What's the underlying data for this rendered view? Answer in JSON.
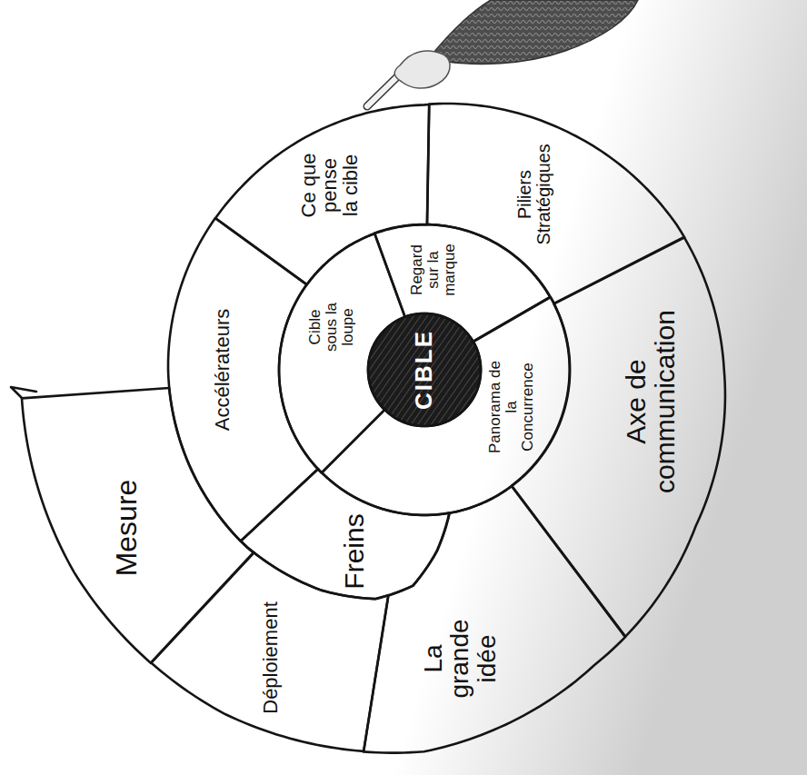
{
  "diagram": {
    "nodes": [
      {
        "text": [
          "CIBLE"
        ]
      },
      {
        "text": [
          "Cible sous la loupe"
        ]
      },
      {
        "text": [
          "Regard sur la marque"
        ]
      },
      {
        "text": [
          "Panorama de la Concurrence"
        ]
      },
      {
        "text": [
          "Freins"
        ]
      },
      {
        "text": [
          "Accélérateurs"
        ]
      },
      {
        "text": [
          "Ce que pense la cible"
        ]
      },
      {
        "text": [
          "Piliers Stratégiques"
        ]
      },
      {
        "text": [
          "Axe de communication"
        ]
      },
      {
        "text": [
          "La grande idée"
        ]
      },
      {
        "text": [
          "Déploiement"
        ]
      },
      {
        "text": [
          "Mesure"
        ]
      }
    ]
  }
}
